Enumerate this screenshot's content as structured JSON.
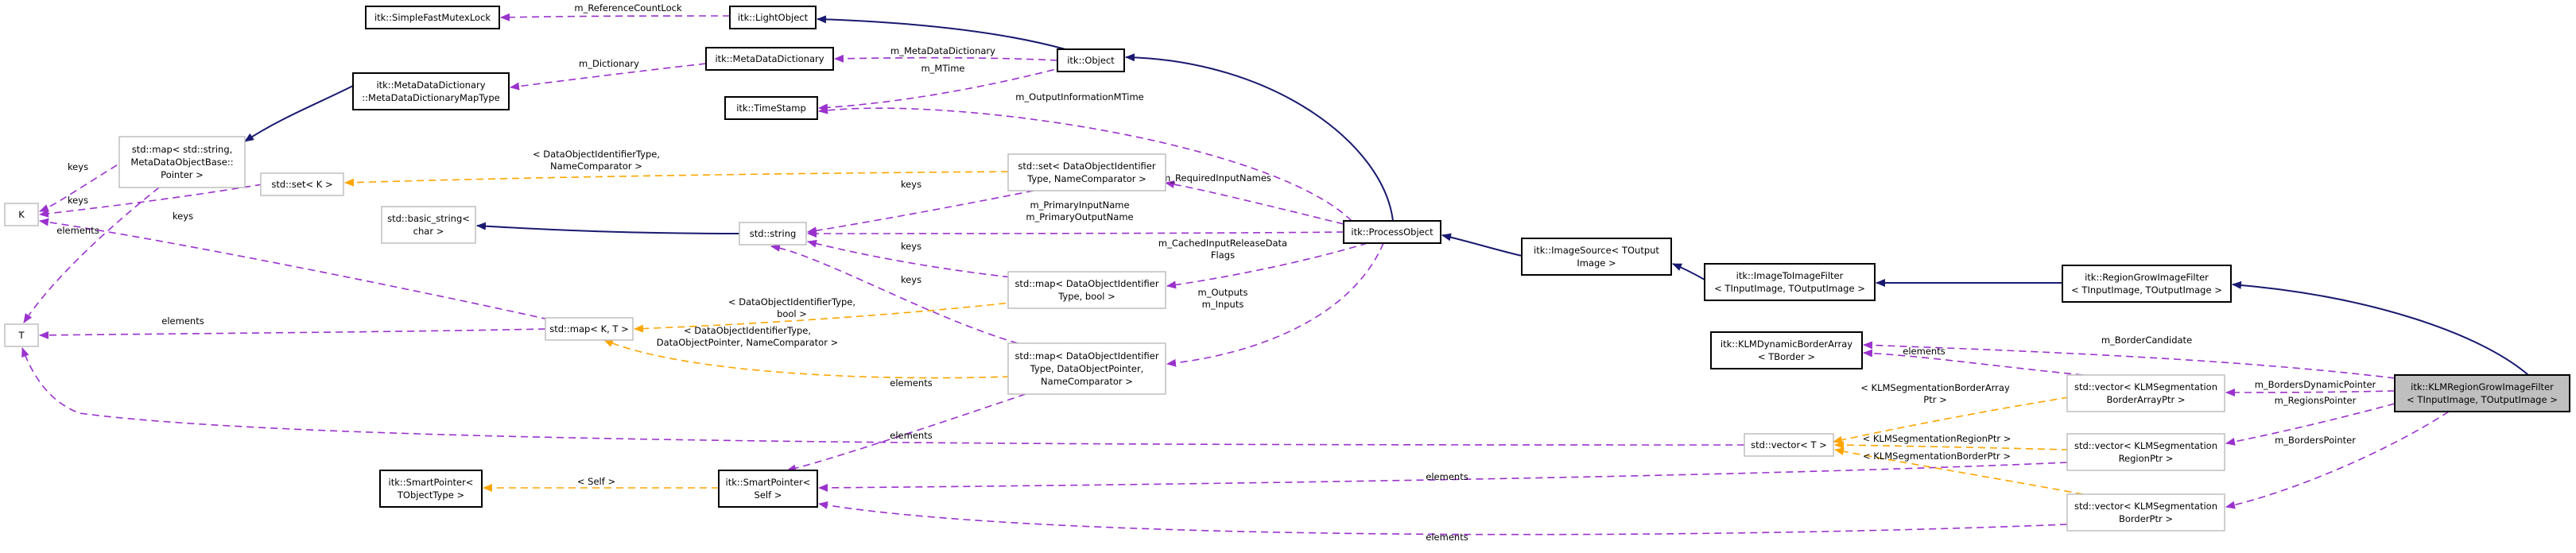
{
  "diagram": {
    "colors": {
      "inheritance": "#191970",
      "usage": "#9a32cd",
      "template": "#ffa500",
      "focus_fill": "#bfbfbf"
    },
    "nodes": {
      "simple_mutex": {
        "lines": [
          "itk::SimpleFastMutexLock"
        ]
      },
      "light_object": {
        "lines": [
          "itk::LightObject"
        ]
      },
      "object": {
        "lines": [
          "itk::Object"
        ]
      },
      "meta_dict": {
        "lines": [
          "itk::MetaDataDictionary"
        ]
      },
      "meta_dict_map": {
        "lines": [
          "itk::MetaDataDictionary",
          "::MetaDataDictionaryMapType"
        ]
      },
      "timestamp": {
        "lines": [
          "itk::TimeStamp"
        ]
      },
      "std_map_string": {
        "lines": [
          "std::map< std::string,",
          "MetaDataObjectBase::",
          "Pointer >"
        ]
      },
      "k": {
        "lines": [
          "K"
        ]
      },
      "t": {
        "lines": [
          "T"
        ]
      },
      "std_set_k": {
        "lines": [
          "std::set< K >"
        ]
      },
      "std_set_doi": {
        "lines": [
          "std::set< DataObjectIdentifier",
          "Type, NameComparator >"
        ]
      },
      "basic_string": {
        "lines": [
          "std::basic_string<",
          "char >"
        ]
      },
      "std_string": {
        "lines": [
          "std::string"
        ]
      },
      "process_object": {
        "lines": [
          "itk::ProcessObject"
        ]
      },
      "image_source": {
        "lines": [
          "itk::ImageSource< TOutput",
          "Image >"
        ]
      },
      "image_to_image": {
        "lines": [
          "itk::ImageToImageFilter",
          "< TInputImage, TOutputImage >"
        ]
      },
      "region_grow": {
        "lines": [
          "itk::RegionGrowImageFilter",
          "< TInputImage, TOutputImage >"
        ]
      },
      "std_map_doi_bool": {
        "lines": [
          "std::map< DataObjectIdentifier",
          "Type, bool >"
        ]
      },
      "std_map_kt": {
        "lines": [
          "std::map< K, T >"
        ]
      },
      "std_map_doi_ptr": {
        "lines": [
          "std::map< DataObjectIdentifier",
          "Type, DataObjectPointer,",
          "NameComparator >"
        ]
      },
      "klm_dyn_border": {
        "lines": [
          "itk::KLMDynamicBorderArray",
          "< TBorder >"
        ]
      },
      "vec_border_array": {
        "lines": [
          "std::vector< KLMSegmentation",
          "BorderArrayPtr >"
        ]
      },
      "klm_region_grow": {
        "lines": [
          "itk::KLMRegionGrowImageFilter",
          "< TInputImage, TOutputImage >"
        ]
      },
      "std_vector_t": {
        "lines": [
          "std::vector< T >"
        ]
      },
      "vec_region_ptr": {
        "lines": [
          "std::vector< KLMSegmentation",
          "RegionPtr >"
        ]
      },
      "smart_ptr_tobj": {
        "lines": [
          "itk::SmartPointer<",
          "TObjectType >"
        ]
      },
      "smart_ptr_self": {
        "lines": [
          "itk::SmartPointer<",
          "Self >"
        ]
      },
      "vec_border_ptr": {
        "lines": [
          "std::vector< KLMSegmentation",
          "BorderPtr >"
        ]
      }
    },
    "edge_labels": {
      "m_ref_count_lock": [
        "m_ReferenceCountLock"
      ],
      "m_meta_data_dictionary": [
        "m_MetaDataDictionary"
      ],
      "m_dictionary": [
        "m_Dictionary"
      ],
      "m_mtime": [
        "m_MTime"
      ],
      "m_output_info_mtime": [
        "m_OutputInformationMTime"
      ],
      "keys_map_string": [
        "keys"
      ],
      "keys_set_k": [
        "keys"
      ],
      "elements_map_string": [
        "elements"
      ],
      "set_template": [
        "< DataObjectIdentifierType,",
        "NameComparator >"
      ],
      "keys_set_doi": [
        "keys"
      ],
      "m_required_input_names": [
        "m_RequiredInputNames"
      ],
      "primary_names": [
        "m_PrimaryInputName",
        "m_PrimaryOutputName"
      ],
      "keys_map_kt": [
        "keys"
      ],
      "elements_map_kt": [
        "elements"
      ],
      "keys_map_doi_bool": [
        "keys"
      ],
      "m_cached_input": [
        "m_CachedInputReleaseData",
        "Flags"
      ],
      "keys_map_doi_ptr": [
        "keys"
      ],
      "map_bool_template": [
        "< DataObjectIdentifierType,",
        "bool >"
      ],
      "map_ptr_template": [
        "< DataObjectIdentifierType,",
        "DataObjectPointer, NameComparator >"
      ],
      "m_outputs_inputs": [
        "m_Outputs",
        "m_Inputs"
      ],
      "elements_map_doi_ptr": [
        "elements"
      ],
      "elements_vector_t": [
        "elements"
      ],
      "self_template": [
        "< Self >"
      ],
      "elements_smart_1": [
        "elements"
      ],
      "elements_smart_2": [
        "elements"
      ],
      "elements_dyn_border": [
        "elements"
      ],
      "m_border_candidate": [
        "m_BorderCandidate"
      ],
      "m_borders_dynamic_pointer": [
        "m_BordersDynamicPointer"
      ],
      "m_regions_pointer": [
        "m_RegionsPointer"
      ],
      "m_borders_pointer": [
        "m_BordersPointer"
      ],
      "vec_border_array_template": [
        "< KLMSegmentationBorderArray",
        "Ptr >"
      ],
      "vec_region_template": [
        "< KLMSegmentationRegionPtr >"
      ],
      "vec_border_template": [
        "< KLMSegmentationBorderPtr >"
      ]
    }
  }
}
